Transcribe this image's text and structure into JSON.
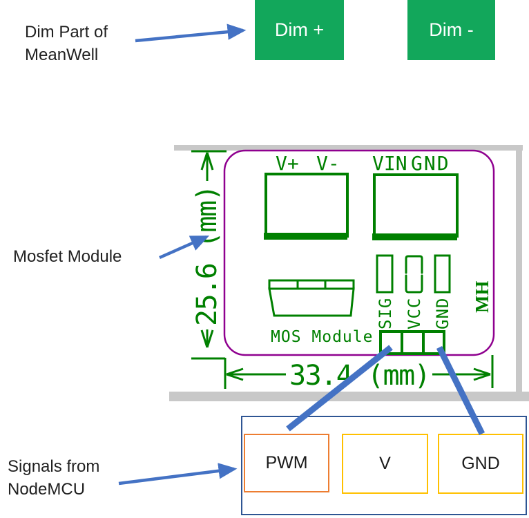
{
  "header": {
    "caption": "Dim Part of\nMeanWell",
    "dim_plus_label": "Dim +",
    "dim_minus_label": "Dim -"
  },
  "module": {
    "caption": "Mosfet Module",
    "pcb": {
      "top_labels": [
        "V+",
        "V-",
        "VIN",
        "GND"
      ],
      "pin_labels": [
        "SIG",
        "VCC",
        "GND"
      ],
      "board_name": "MOS Module",
      "brand": "MH",
      "height_dim": "25.6 (mm)",
      "width_dim": "33.4 (mm)"
    }
  },
  "signals": {
    "caption": "Signals from\nNodeMCU",
    "pins": [
      "PWM",
      "V",
      "GND"
    ]
  },
  "colors": {
    "button_green": "#12A75B",
    "pcb_green": "#008000",
    "outline_purple": "#8F008F",
    "arrow_blue": "#4472C4",
    "pwm_border": "#ED7D31",
    "signal_border": "#FFC000",
    "box_border": "#2E5593",
    "scrollbar_gray": "#C8C8C8"
  }
}
